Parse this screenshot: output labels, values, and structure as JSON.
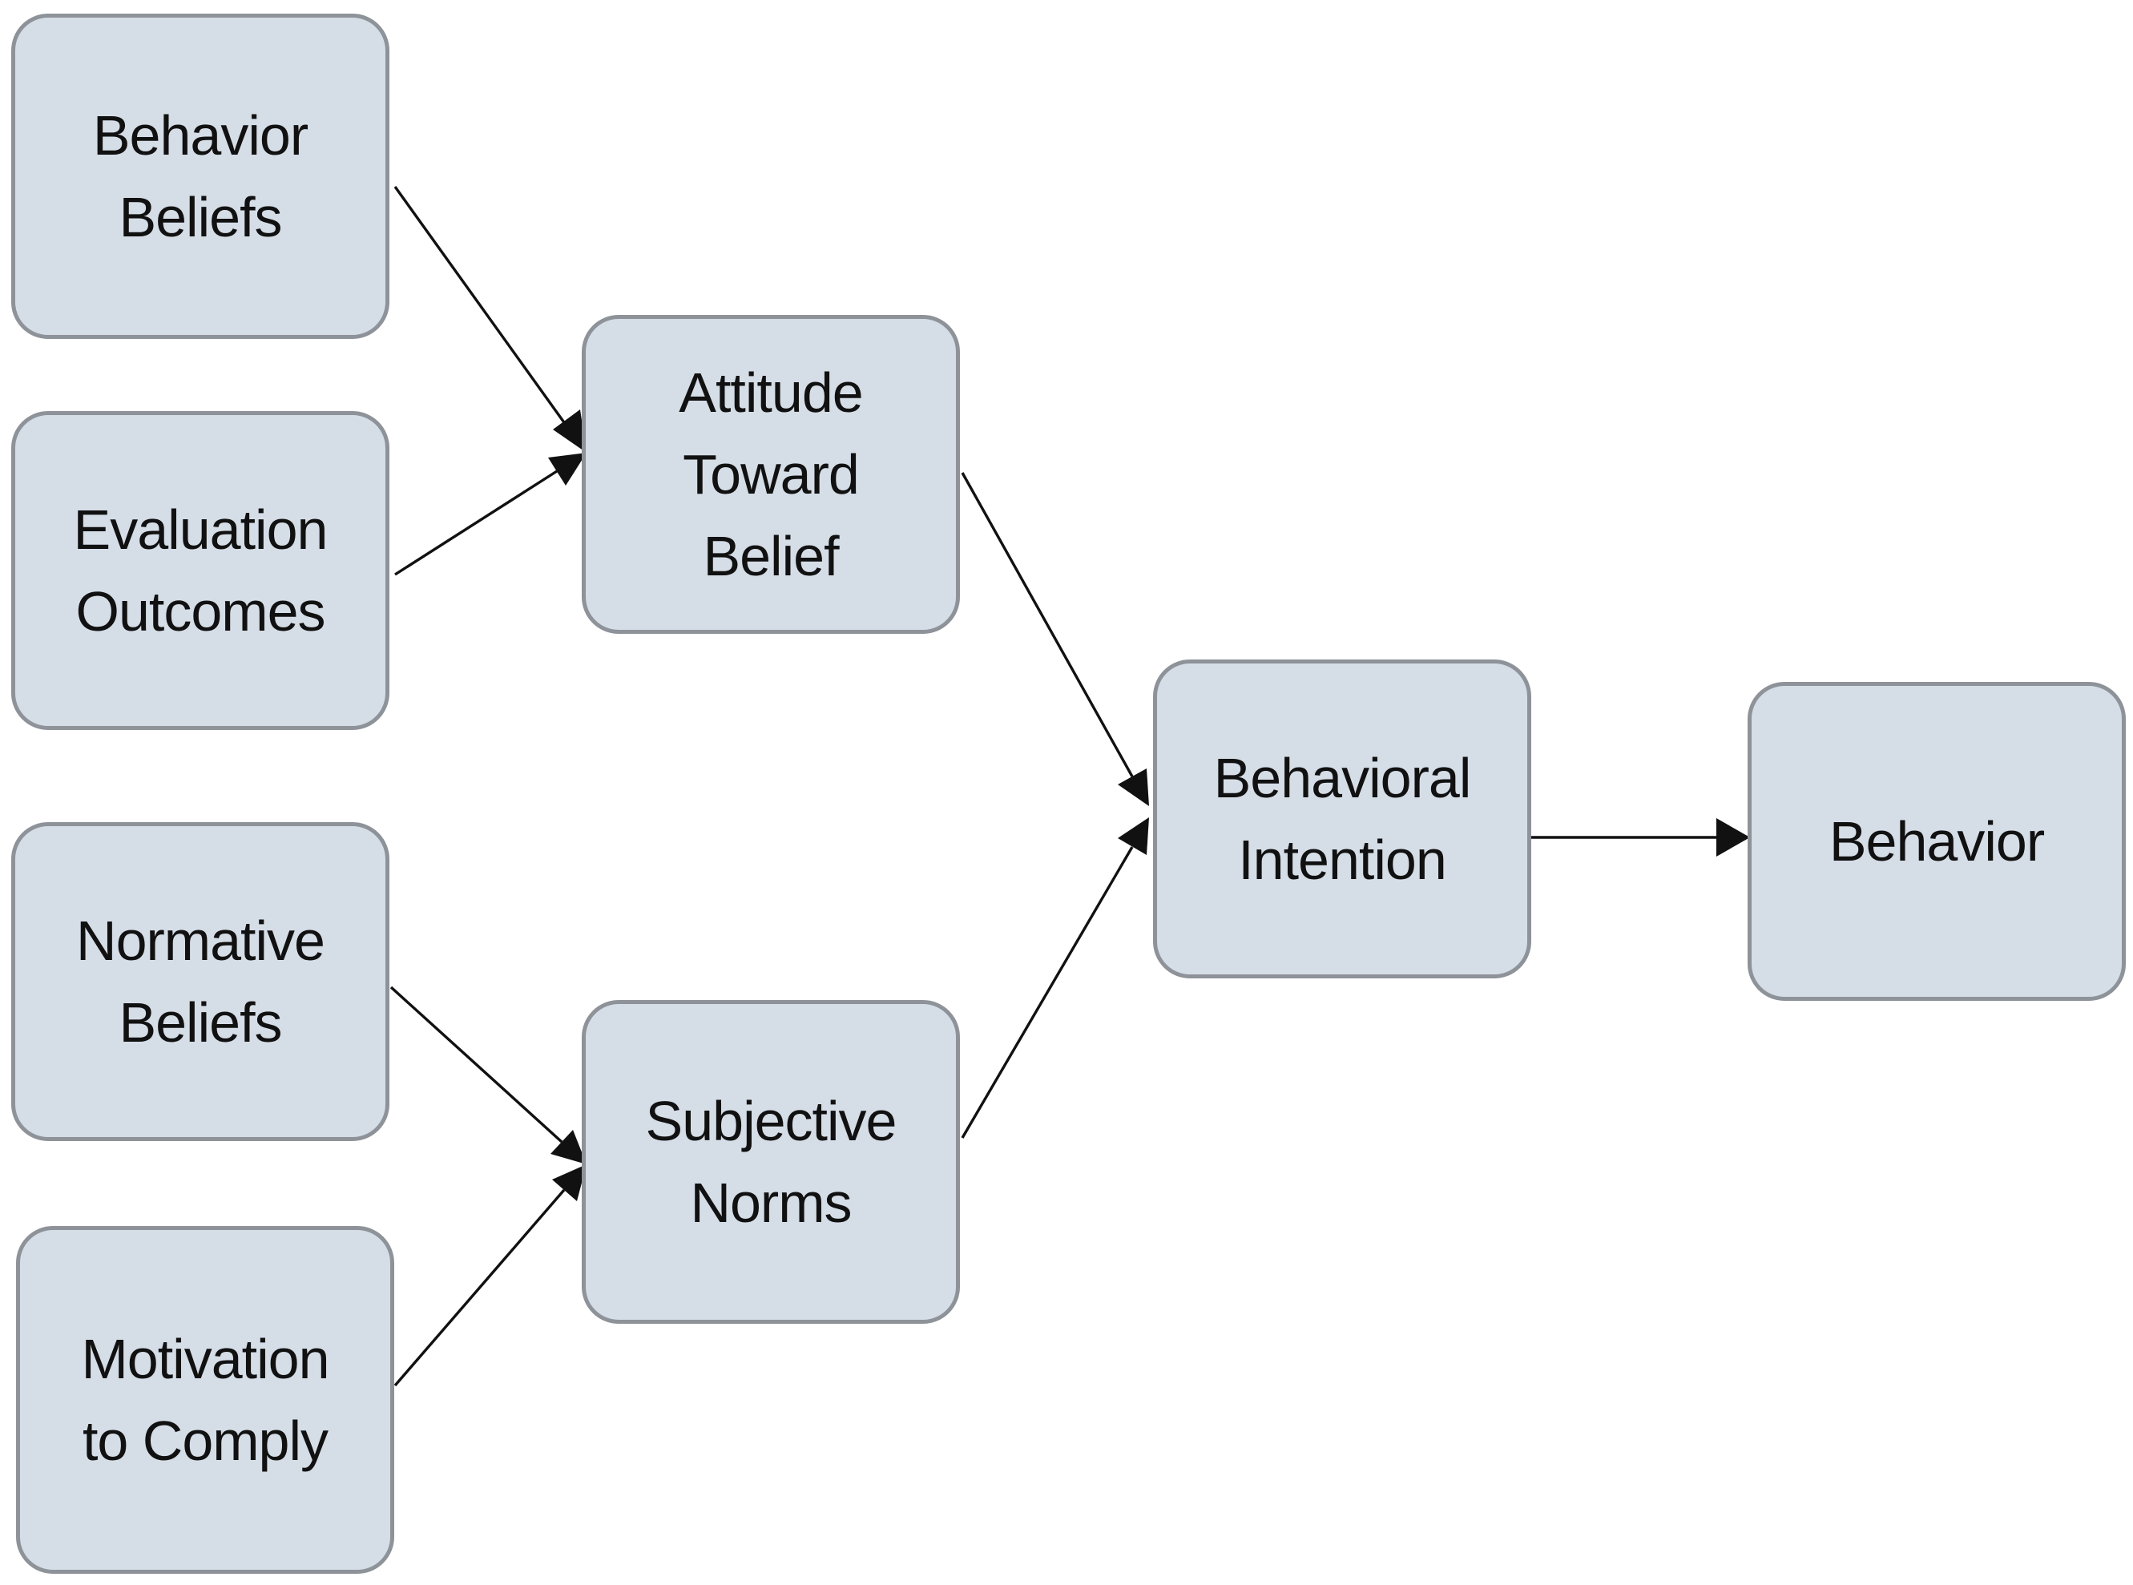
{
  "diagram": {
    "nodes": {
      "behavior_beliefs": {
        "lines": [
          "Behavior",
          "Beliefs"
        ]
      },
      "evaluation_outcomes": {
        "lines": [
          "Evaluation",
          "Outcomes"
        ]
      },
      "normative_beliefs": {
        "lines": [
          "Normative",
          "Beliefs"
        ]
      },
      "motivation_to_comply": {
        "lines": [
          "Motivation",
          "to Comply"
        ]
      },
      "attitude_toward_belief": {
        "lines": [
          "Attitude",
          "Toward",
          "Belief"
        ]
      },
      "subjective_norms": {
        "lines": [
          "Subjective",
          "Norms"
        ]
      },
      "behavioral_intention": {
        "lines": [
          "Behavioral",
          "Intention"
        ]
      },
      "behavior": {
        "lines": [
          "Behavior"
        ]
      }
    },
    "edges": [
      {
        "from": "behavior_beliefs",
        "to": "attitude_toward_belief"
      },
      {
        "from": "evaluation_outcomes",
        "to": "attitude_toward_belief"
      },
      {
        "from": "normative_beliefs",
        "to": "subjective_norms"
      },
      {
        "from": "motivation_to_comply",
        "to": "subjective_norms"
      },
      {
        "from": "attitude_toward_belief",
        "to": "behavioral_intention"
      },
      {
        "from": "subjective_norms",
        "to": "behavioral_intention"
      },
      {
        "from": "behavioral_intention",
        "to": "behavior"
      }
    ],
    "colors": {
      "node_fill": "#d5dde7",
      "node_border": "#8e9299",
      "arrow": "#111111"
    }
  }
}
